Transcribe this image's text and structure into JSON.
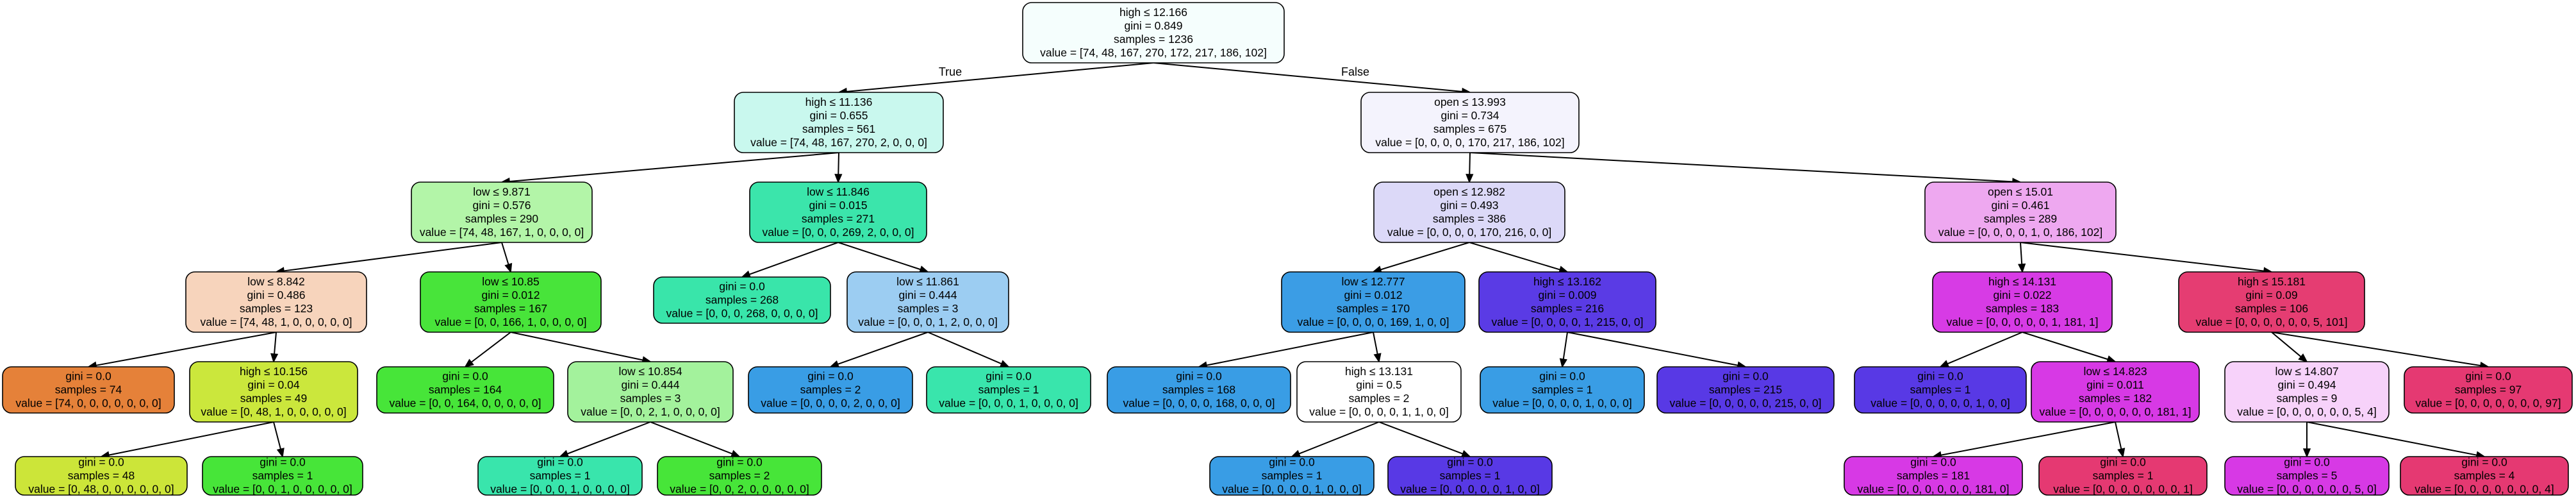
{
  "diagram": {
    "edge_labels": {
      "true_label": "True",
      "false_label": "False"
    },
    "nodes": [
      {
        "id": "n0",
        "color": "#f5fefd",
        "lines": [
          "high ≤ 12.166",
          "gini = 0.849",
          "samples = 1236",
          "value = [74, 48, 167, 270, 172, 217, 186, 102]"
        ]
      },
      {
        "id": "n1",
        "color": "#c9f8ee",
        "lines": [
          "high ≤ 11.136",
          "gini = 0.655",
          "samples = 561",
          "value = [74, 48, 167, 270, 2, 0, 0, 0]"
        ]
      },
      {
        "id": "n2",
        "color": "#f4f3fd",
        "lines": [
          "open ≤ 13.993",
          "gini = 0.734",
          "samples = 675",
          "value = [0, 0, 0, 0, 170, 217, 186, 102]"
        ]
      },
      {
        "id": "n3",
        "color": "#b3f5a8",
        "lines": [
          "low ≤ 9.871",
          "gini = 0.576",
          "samples = 290",
          "value = [74, 48, 167, 1, 0, 0, 0, 0]"
        ]
      },
      {
        "id": "n4",
        "color": "#3be5ab",
        "lines": [
          "low ≤ 11.846",
          "gini = 0.015",
          "samples = 271",
          "value = [0, 0, 0, 269, 2, 0, 0, 0]"
        ]
      },
      {
        "id": "n5",
        "color": "#dcd9f8",
        "lines": [
          "open ≤ 12.982",
          "gini = 0.493",
          "samples = 386",
          "value = [0, 0, 0, 0, 170, 216, 0, 0]"
        ]
      },
      {
        "id": "n6",
        "color": "#eea8f0",
        "lines": [
          "open ≤ 15.01",
          "gini = 0.461",
          "samples = 289",
          "value = [0, 0, 0, 0, 1, 0, 186, 102]"
        ]
      },
      {
        "id": "n7",
        "color": "#f7d4bc",
        "lines": [
          "low ≤ 8.842",
          "gini = 0.486",
          "samples = 123",
          "value = [74, 48, 1, 0, 0, 0, 0, 0]"
        ]
      },
      {
        "id": "n8",
        "color": "#48e43a",
        "lines": [
          "low ≤ 10.85",
          "gini = 0.012",
          "samples = 167",
          "value = [0, 0, 166, 1, 0, 0, 0, 0]"
        ]
      },
      {
        "id": "n9",
        "color": "#39e5aa",
        "lines": [
          "gini = 0.0",
          "samples = 268",
          "value = [0, 0, 0, 268, 0, 0, 0, 0]"
        ]
      },
      {
        "id": "n10",
        "color": "#9ccdf2",
        "lines": [
          "low ≤ 11.861",
          "gini = 0.444",
          "samples = 3",
          "value = [0, 0, 0, 1, 2, 0, 0, 0]"
        ]
      },
      {
        "id": "n11",
        "color": "#3b9de5",
        "lines": [
          "low ≤ 12.777",
          "gini = 0.012",
          "samples = 170",
          "value = [0, 0, 0, 0, 169, 1, 0, 0]"
        ]
      },
      {
        "id": "n12",
        "color": "#5a3be5",
        "lines": [
          "high ≤ 13.162",
          "gini = 0.009",
          "samples = 216",
          "value = [0, 0, 0, 0, 1, 215, 0, 0]"
        ]
      },
      {
        "id": "n13",
        "color": "#d73be5",
        "lines": [
          "high ≤ 14.131",
          "gini = 0.022",
          "samples = 183",
          "value = [0, 0, 0, 0, 0, 1, 181, 1]"
        ]
      },
      {
        "id": "n14",
        "color": "#e53d72",
        "lines": [
          "high ≤ 15.181",
          "gini = 0.09",
          "samples = 106",
          "value = [0, 0, 0, 0, 0, 0, 5, 101]"
        ]
      },
      {
        "id": "n15",
        "color": "#e58139",
        "lines": [
          "gini = 0.0",
          "samples = 74",
          "value = [74, 0, 0, 0, 0, 0, 0, 0]"
        ]
      },
      {
        "id": "n16",
        "color": "#cbe73c",
        "lines": [
          "high ≤ 10.156",
          "gini = 0.04",
          "samples = 49",
          "value = [0, 48, 1, 0, 0, 0, 0, 0]"
        ]
      },
      {
        "id": "n17",
        "color": "#47e539",
        "lines": [
          "gini = 0.0",
          "samples = 164",
          "value = [0, 0, 164, 0, 0, 0, 0, 0]"
        ]
      },
      {
        "id": "n18",
        "color": "#a3f29c",
        "lines": [
          "low ≤ 10.854",
          "gini = 0.444",
          "samples = 3",
          "value = [0, 0, 2, 1, 0, 0, 0, 0]"
        ]
      },
      {
        "id": "n19",
        "color": "#399de5",
        "lines": [
          "gini = 0.0",
          "samples = 2",
          "value = [0, 0, 0, 0, 2, 0, 0, 0]"
        ]
      },
      {
        "id": "n20",
        "color": "#39e5ac",
        "lines": [
          "gini = 0.0",
          "samples = 1",
          "value = [0, 0, 0, 1, 0, 0, 0, 0]"
        ]
      },
      {
        "id": "n21",
        "color": "#399de5",
        "lines": [
          "gini = 0.0",
          "samples = 168",
          "value = [0, 0, 0, 0, 168, 0, 0, 0]"
        ]
      },
      {
        "id": "n22",
        "color": "#ffffff",
        "lines": [
          "high ≤ 13.131",
          "gini = 0.5",
          "samples = 2",
          "value = [0, 0, 0, 0, 1, 1, 0, 0]"
        ]
      },
      {
        "id": "n23",
        "color": "#399de5",
        "lines": [
          "gini = 0.0",
          "samples = 1",
          "value = [0, 0, 0, 0, 1, 0, 0, 0]"
        ]
      },
      {
        "id": "n24",
        "color": "#5839e5",
        "lines": [
          "gini = 0.0",
          "samples = 215",
          "value = [0, 0, 0, 0, 0, 215, 0, 0]"
        ]
      },
      {
        "id": "n25",
        "color": "#5839e5",
        "lines": [
          "gini = 0.0",
          "samples = 1",
          "value = [0, 0, 0, 0, 0, 1, 0, 0]"
        ]
      },
      {
        "id": "n26",
        "color": "#d739e5",
        "lines": [
          "low ≤ 14.823",
          "gini = 0.011",
          "samples = 182",
          "value = [0, 0, 0, 0, 0, 0, 181, 1]"
        ]
      },
      {
        "id": "n27",
        "color": "#f7d2fa",
        "lines": [
          "low ≤ 14.807",
          "gini = 0.494",
          "samples = 9",
          "value = [0, 0, 0, 0, 0, 0, 5, 4]"
        ]
      },
      {
        "id": "n28",
        "color": "#e53972",
        "lines": [
          "gini = 0.0",
          "samples = 97",
          "value = [0, 0, 0, 0, 0, 0, 0, 97]"
        ]
      },
      {
        "id": "n29",
        "color": "#cce539",
        "lines": [
          "gini = 0.0",
          "samples = 48",
          "value = [0, 48, 0, 0, 0, 0, 0, 0]"
        ]
      },
      {
        "id": "n30",
        "color": "#47e539",
        "lines": [
          "gini = 0.0",
          "samples = 1",
          "value = [0, 0, 1, 0, 0, 0, 0, 0]"
        ]
      },
      {
        "id": "n31",
        "color": "#39e5ac",
        "lines": [
          "gini = 0.0",
          "samples = 1",
          "value = [0, 0, 0, 1, 0, 0, 0, 0]"
        ]
      },
      {
        "id": "n32",
        "color": "#47e539",
        "lines": [
          "gini = 0.0",
          "samples = 2",
          "value = [0, 0, 2, 0, 0, 0, 0, 0]"
        ]
      },
      {
        "id": "n33",
        "color": "#399de5",
        "lines": [
          "gini = 0.0",
          "samples = 1",
          "value = [0, 0, 0, 0, 1, 0, 0, 0]"
        ]
      },
      {
        "id": "n34",
        "color": "#5839e5",
        "lines": [
          "gini = 0.0",
          "samples = 1",
          "value = [0, 0, 0, 0, 0, 1, 0, 0]"
        ]
      },
      {
        "id": "n35",
        "color": "#d739e5",
        "lines": [
          "gini = 0.0",
          "samples = 181",
          "value = [0, 0, 0, 0, 0, 0, 181, 0]"
        ]
      },
      {
        "id": "n36",
        "color": "#e53972",
        "lines": [
          "gini = 0.0",
          "samples = 1",
          "value = [0, 0, 0, 0, 0, 0, 0, 1]"
        ]
      },
      {
        "id": "n37",
        "color": "#d739e5",
        "lines": [
          "gini = 0.0",
          "samples = 5",
          "value = [0, 0, 0, 0, 0, 0, 5, 0]"
        ]
      },
      {
        "id": "n38",
        "color": "#e53972",
        "lines": [
          "gini = 0.0",
          "samples = 4",
          "value = [0, 0, 0, 0, 0, 0, 0, 4]"
        ]
      }
    ],
    "edges": [
      {
        "from": "n0",
        "to": "n1",
        "label": "True"
      },
      {
        "from": "n0",
        "to": "n2",
        "label": "False"
      },
      {
        "from": "n1",
        "to": "n3"
      },
      {
        "from": "n1",
        "to": "n4"
      },
      {
        "from": "n2",
        "to": "n5"
      },
      {
        "from": "n2",
        "to": "n6"
      },
      {
        "from": "n3",
        "to": "n7"
      },
      {
        "from": "n3",
        "to": "n8"
      },
      {
        "from": "n4",
        "to": "n9"
      },
      {
        "from": "n4",
        "to": "n10"
      },
      {
        "from": "n5",
        "to": "n11"
      },
      {
        "from": "n5",
        "to": "n12"
      },
      {
        "from": "n6",
        "to": "n13"
      },
      {
        "from": "n6",
        "to": "n14"
      },
      {
        "from": "n7",
        "to": "n15"
      },
      {
        "from": "n7",
        "to": "n16"
      },
      {
        "from": "n8",
        "to": "n17"
      },
      {
        "from": "n8",
        "to": "n18"
      },
      {
        "from": "n10",
        "to": "n19"
      },
      {
        "from": "n10",
        "to": "n20"
      },
      {
        "from": "n11",
        "to": "n21"
      },
      {
        "from": "n11",
        "to": "n22"
      },
      {
        "from": "n12",
        "to": "n23"
      },
      {
        "from": "n12",
        "to": "n24"
      },
      {
        "from": "n13",
        "to": "n25"
      },
      {
        "from": "n13",
        "to": "n26"
      },
      {
        "from": "n14",
        "to": "n27"
      },
      {
        "from": "n14",
        "to": "n28"
      },
      {
        "from": "n16",
        "to": "n29"
      },
      {
        "from": "n16",
        "to": "n30"
      },
      {
        "from": "n18",
        "to": "n31"
      },
      {
        "from": "n18",
        "to": "n32"
      },
      {
        "from": "n22",
        "to": "n33"
      },
      {
        "from": "n22",
        "to": "n34"
      },
      {
        "from": "n26",
        "to": "n35"
      },
      {
        "from": "n26",
        "to": "n36"
      },
      {
        "from": "n27",
        "to": "n37"
      },
      {
        "from": "n27",
        "to": "n38"
      }
    ]
  }
}
